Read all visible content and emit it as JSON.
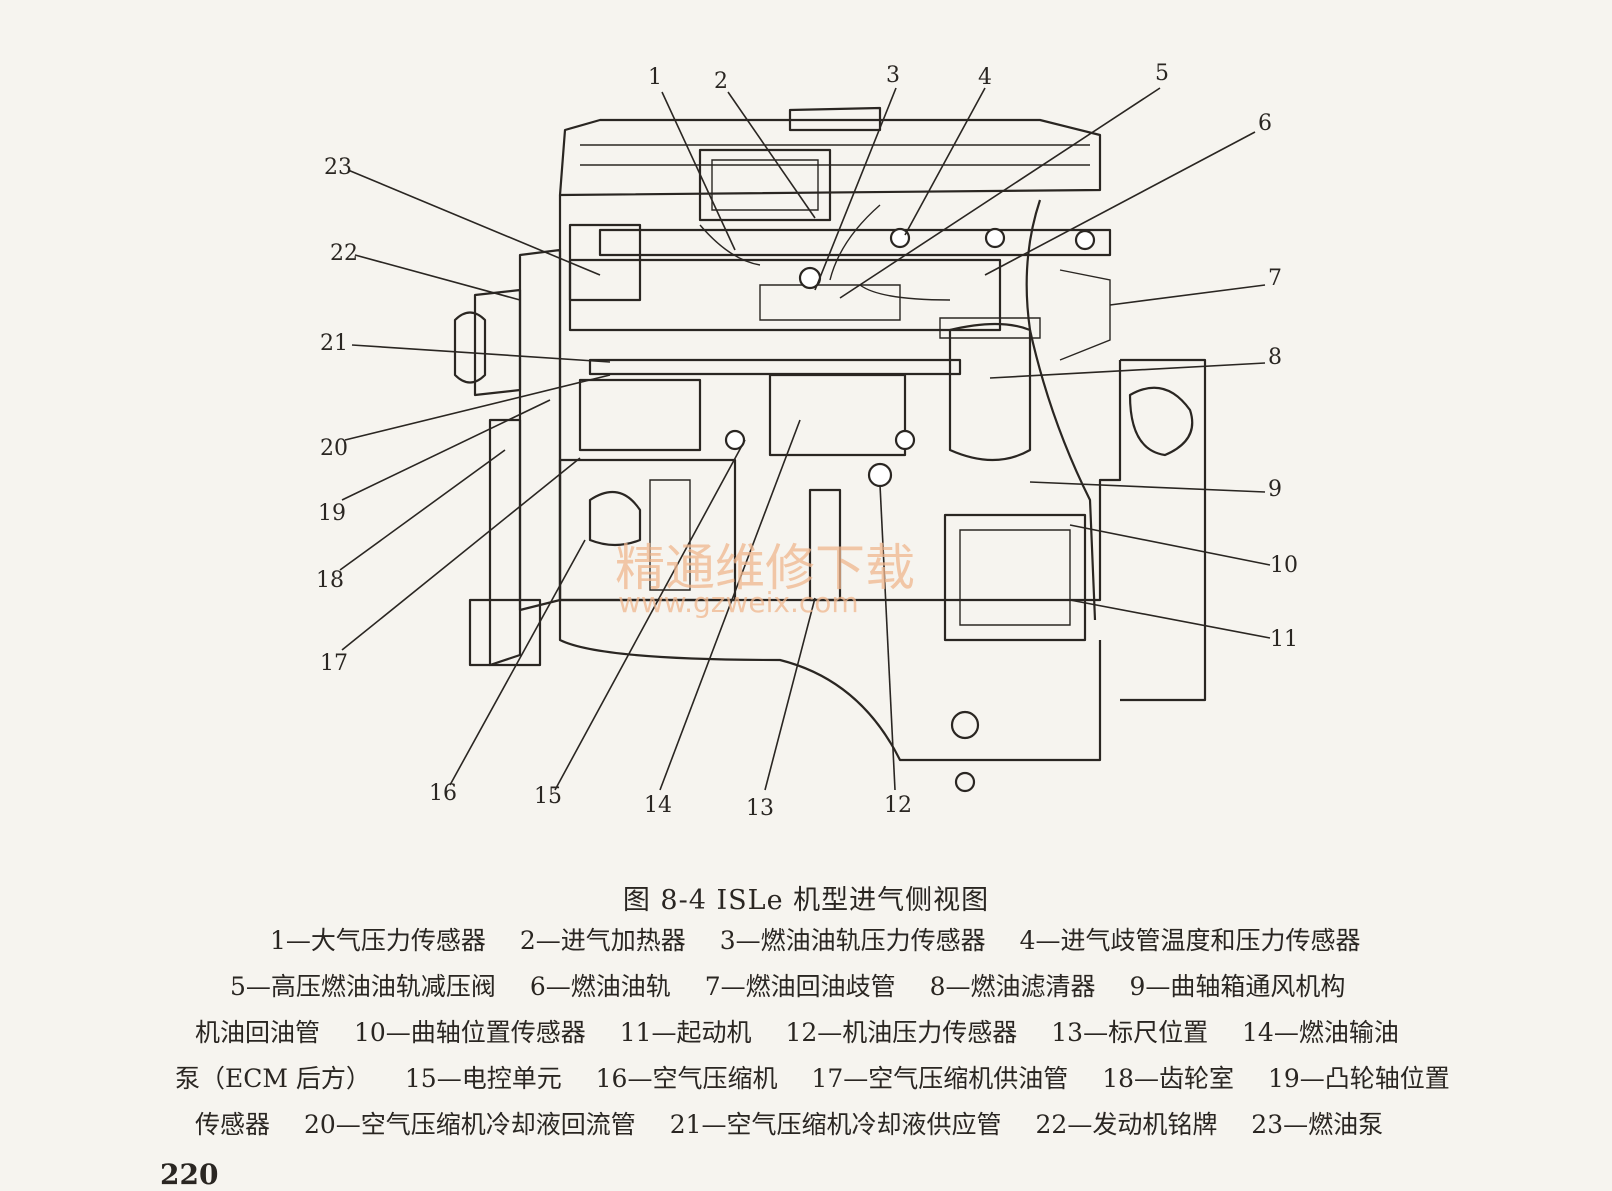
{
  "figure": {
    "caption": "图 8-4   ISLe 机型进气侧视图",
    "callouts": [
      "1",
      "2",
      "3",
      "4",
      "5",
      "6",
      "7",
      "8",
      "9",
      "10",
      "11",
      "12",
      "13",
      "14",
      "15",
      "16",
      "17",
      "18",
      "19",
      "20",
      "21",
      "22",
      "23"
    ],
    "watermark_cn": "精通维修下载",
    "watermark_url": "www.gzweix.com"
  },
  "legend": {
    "lines": [
      [
        "1—大气压力传感器",
        "2—进气加热器",
        "3—燃油油轨压力传感器",
        "4—进气歧管温度和压力传感器"
      ],
      [
        "5—高压燃油油轨减压阀",
        "6—燃油油轨",
        "7—燃油回油歧管",
        "8—燃油滤清器",
        "9—曲轴箱通风机构"
      ],
      [
        "机油回油管",
        "10—曲轴位置传感器",
        "11—起动机",
        "12—机油压力传感器",
        "13—标尺位置",
        "14—燃油输油"
      ],
      [
        "泵（ECM 后方）",
        "15—电控单元",
        "16—空气压缩机",
        "17—空气压缩机供油管",
        "18—齿轮室",
        "19—凸轮轴位置"
      ],
      [
        "传感器",
        "20—空气压缩机冷却液回流管",
        "21—空气压缩机冷却液供应管",
        "22—发动机铭牌",
        "23—燃油泵"
      ]
    ]
  },
  "page": {
    "number": "220"
  }
}
